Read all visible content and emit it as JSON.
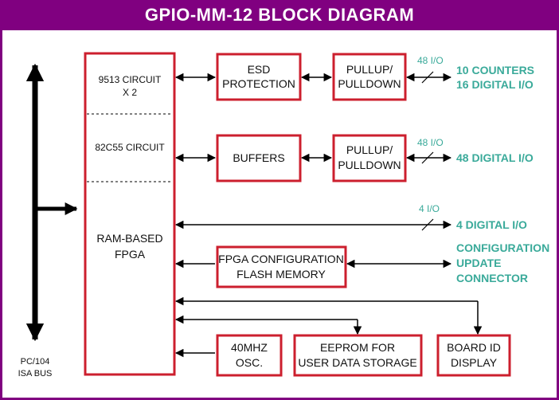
{
  "title": "GPIO-MM-12 BLOCK DIAGRAM",
  "fpga_block": {
    "section1_line1": "9513 CIRCUIT",
    "section1_line2": "X 2",
    "section2": "82C55 CIRCUIT",
    "section3_line1": "RAM-BASED",
    "section3_line2": "FPGA"
  },
  "boxes": {
    "esd_line1": "ESD",
    "esd_line2": "PROTECTION",
    "pullup1_line1": "PULLUP/",
    "pullup1_line2": "PULLDOWN",
    "buffers": "BUFFERS",
    "pullup2_line1": "PULLUP/",
    "pullup2_line2": "PULLDOWN",
    "flash_line1": "FPGA CONFIGURATION",
    "flash_line2": "FLASH MEMORY",
    "osc_line1": "40MHZ",
    "osc_line2": "OSC.",
    "eeprom_line1": "EEPROM FOR",
    "eeprom_line2": "USER DATA STORAGE",
    "boardid_line1": "BOARD ID",
    "boardid_line2": "DISPLAY"
  },
  "signals": {
    "io1": "48 I/O",
    "io2": "48 I/O",
    "io3": "4 I/O"
  },
  "outputs": {
    "out1_line1": "10 COUNTERS",
    "out1_line2": "16 DIGITAL I/O",
    "out2": "48 DIGITAL I/O",
    "out3": "4 DIGITAL I/O",
    "out4_line1": "CONFIGURATION",
    "out4_line2": "UPDATE",
    "out4_line3": "CONNECTOR"
  },
  "bus": {
    "line1": "PC/104",
    "line2": "ISA BUS"
  },
  "colors": {
    "frame": "#800080",
    "box_border": "#cc1f2e",
    "teal": "#3aaa9a",
    "arrow": "#000000"
  }
}
